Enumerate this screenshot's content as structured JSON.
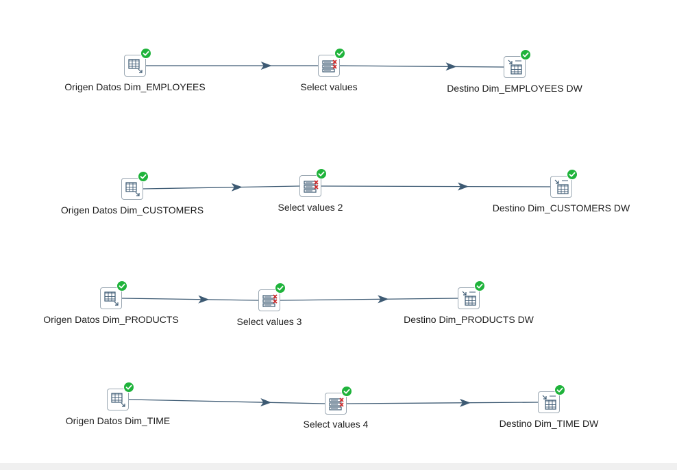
{
  "canvas": {
    "background": "#ffffff",
    "hop_color": "#3d5a73",
    "check_color": "#1fb33b"
  },
  "rows": [
    {
      "input": {
        "label": "Origen Datos Dim_EMPLOYEES",
        "icon": "table-input-icon"
      },
      "select": {
        "label": "Select values",
        "icon": "select-values-icon"
      },
      "output": {
        "label": "Destino Dim_EMPLOYEES DW",
        "icon": "table-output-icon"
      }
    },
    {
      "input": {
        "label": "Origen Datos Dim_CUSTOMERS",
        "icon": "table-input-icon"
      },
      "select": {
        "label": "Select values 2",
        "icon": "select-values-icon"
      },
      "output": {
        "label": "Destino Dim_CUSTOMERS DW",
        "icon": "table-output-icon"
      }
    },
    {
      "input": {
        "label": "Origen Datos Dim_PRODUCTS",
        "icon": "table-input-icon"
      },
      "select": {
        "label": "Select values 3",
        "icon": "select-values-icon"
      },
      "output": {
        "label": "Destino Dim_PRODUCTS DW",
        "icon": "table-output-icon"
      }
    },
    {
      "input": {
        "label": "Origen Datos Dim_TIME",
        "icon": "table-input-icon"
      },
      "select": {
        "label": "Select values 4",
        "icon": "select-values-icon"
      },
      "output": {
        "label": "Destino Dim_TIME DW",
        "icon": "table-output-icon"
      }
    }
  ]
}
